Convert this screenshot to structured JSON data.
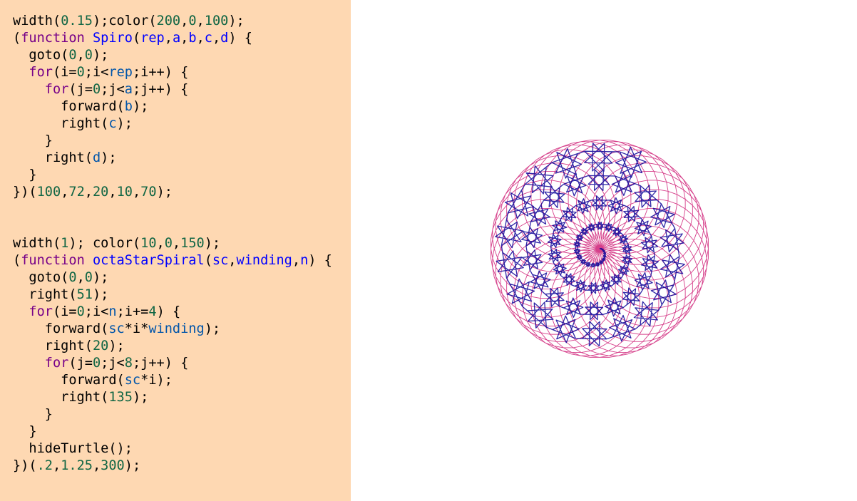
{
  "code_editor": {
    "lines": [
      [
        {
          "t": "width",
          "c": "plain"
        },
        {
          "t": "(",
          "c": "plain"
        },
        {
          "t": "0.15",
          "c": "num"
        },
        {
          "t": ");",
          "c": "plain"
        },
        {
          "t": "color",
          "c": "plain"
        },
        {
          "t": "(",
          "c": "plain"
        },
        {
          "t": "200",
          "c": "num"
        },
        {
          "t": ",",
          "c": "plain"
        },
        {
          "t": "0",
          "c": "num"
        },
        {
          "t": ",",
          "c": "plain"
        },
        {
          "t": "100",
          "c": "num"
        },
        {
          "t": ");",
          "c": "plain"
        }
      ],
      [
        {
          "t": "(",
          "c": "plain"
        },
        {
          "t": "function",
          "c": "kw"
        },
        {
          "t": " ",
          "c": "plain"
        },
        {
          "t": "Spiro",
          "c": "def"
        },
        {
          "t": "(",
          "c": "plain"
        },
        {
          "t": "rep",
          "c": "def"
        },
        {
          "t": ",",
          "c": "plain"
        },
        {
          "t": "a",
          "c": "def"
        },
        {
          "t": ",",
          "c": "plain"
        },
        {
          "t": "b",
          "c": "def"
        },
        {
          "t": ",",
          "c": "plain"
        },
        {
          "t": "c",
          "c": "def"
        },
        {
          "t": ",",
          "c": "plain"
        },
        {
          "t": "d",
          "c": "def"
        },
        {
          "t": ") {",
          "c": "plain"
        }
      ],
      [
        {
          "t": "  goto(",
          "c": "plain"
        },
        {
          "t": "0",
          "c": "num"
        },
        {
          "t": ",",
          "c": "plain"
        },
        {
          "t": "0",
          "c": "num"
        },
        {
          "t": ");",
          "c": "plain"
        }
      ],
      [
        {
          "t": "  ",
          "c": "plain"
        },
        {
          "t": "for",
          "c": "kw"
        },
        {
          "t": "(i=",
          "c": "plain"
        },
        {
          "t": "0",
          "c": "num"
        },
        {
          "t": ";i<",
          "c": "plain"
        },
        {
          "t": "rep",
          "c": "var"
        },
        {
          "t": ";i++) {",
          "c": "plain"
        }
      ],
      [
        {
          "t": "    ",
          "c": "plain"
        },
        {
          "t": "for",
          "c": "kw"
        },
        {
          "t": "(j=",
          "c": "plain"
        },
        {
          "t": "0",
          "c": "num"
        },
        {
          "t": ";j<",
          "c": "plain"
        },
        {
          "t": "a",
          "c": "var"
        },
        {
          "t": ";j++) {",
          "c": "plain"
        }
      ],
      [
        {
          "t": "      forward(",
          "c": "plain"
        },
        {
          "t": "b",
          "c": "var"
        },
        {
          "t": ");",
          "c": "plain"
        }
      ],
      [
        {
          "t": "      right(",
          "c": "plain"
        },
        {
          "t": "c",
          "c": "var"
        },
        {
          "t": ");",
          "c": "plain"
        }
      ],
      [
        {
          "t": "    }",
          "c": "plain"
        }
      ],
      [
        {
          "t": "    right(",
          "c": "plain"
        },
        {
          "t": "d",
          "c": "var"
        },
        {
          "t": ");",
          "c": "plain"
        }
      ],
      [
        {
          "t": "  }",
          "c": "plain"
        }
      ],
      [
        {
          "t": "})(",
          "c": "plain"
        },
        {
          "t": "100",
          "c": "num"
        },
        {
          "t": ",",
          "c": "plain"
        },
        {
          "t": "72",
          "c": "num"
        },
        {
          "t": ",",
          "c": "plain"
        },
        {
          "t": "20",
          "c": "num"
        },
        {
          "t": ",",
          "c": "plain"
        },
        {
          "t": "10",
          "c": "num"
        },
        {
          "t": ",",
          "c": "plain"
        },
        {
          "t": "70",
          "c": "num"
        },
        {
          "t": ");",
          "c": "plain"
        }
      ],
      [],
      [],
      [
        {
          "t": "width(",
          "c": "plain"
        },
        {
          "t": "1",
          "c": "num"
        },
        {
          "t": "); color(",
          "c": "plain"
        },
        {
          "t": "10",
          "c": "num"
        },
        {
          "t": ",",
          "c": "plain"
        },
        {
          "t": "0",
          "c": "num"
        },
        {
          "t": ",",
          "c": "plain"
        },
        {
          "t": "150",
          "c": "num"
        },
        {
          "t": ");",
          "c": "plain"
        }
      ],
      [
        {
          "t": "(",
          "c": "plain"
        },
        {
          "t": "function",
          "c": "kw"
        },
        {
          "t": " ",
          "c": "plain"
        },
        {
          "t": "octaStarSpiral",
          "c": "def"
        },
        {
          "t": "(",
          "c": "plain"
        },
        {
          "t": "sc",
          "c": "def"
        },
        {
          "t": ",",
          "c": "plain"
        },
        {
          "t": "winding",
          "c": "def"
        },
        {
          "t": ",",
          "c": "plain"
        },
        {
          "t": "n",
          "c": "def"
        },
        {
          "t": ") {",
          "c": "plain"
        }
      ],
      [
        {
          "t": "  goto(",
          "c": "plain"
        },
        {
          "t": "0",
          "c": "num"
        },
        {
          "t": ",",
          "c": "plain"
        },
        {
          "t": "0",
          "c": "num"
        },
        {
          "t": ");",
          "c": "plain"
        }
      ],
      [
        {
          "t": "  right(",
          "c": "plain"
        },
        {
          "t": "51",
          "c": "num"
        },
        {
          "t": ");",
          "c": "plain"
        }
      ],
      [
        {
          "t": "  ",
          "c": "plain"
        },
        {
          "t": "for",
          "c": "kw"
        },
        {
          "t": "(i=",
          "c": "plain"
        },
        {
          "t": "0",
          "c": "num"
        },
        {
          "t": ";i<",
          "c": "plain"
        },
        {
          "t": "n",
          "c": "var"
        },
        {
          "t": ";i+=",
          "c": "plain"
        },
        {
          "t": "4",
          "c": "num"
        },
        {
          "t": ") {",
          "c": "plain"
        }
      ],
      [
        {
          "t": "    forward(",
          "c": "plain"
        },
        {
          "t": "sc",
          "c": "var"
        },
        {
          "t": "*i*",
          "c": "plain"
        },
        {
          "t": "winding",
          "c": "var"
        },
        {
          "t": ");",
          "c": "plain"
        }
      ],
      [
        {
          "t": "    right(",
          "c": "plain"
        },
        {
          "t": "20",
          "c": "num"
        },
        {
          "t": ");",
          "c": "plain"
        }
      ],
      [
        {
          "t": "    ",
          "c": "plain"
        },
        {
          "t": "for",
          "c": "kw"
        },
        {
          "t": "(j=",
          "c": "plain"
        },
        {
          "t": "0",
          "c": "num"
        },
        {
          "t": ";j<",
          "c": "plain"
        },
        {
          "t": "8",
          "c": "num"
        },
        {
          "t": ";j++) {",
          "c": "plain"
        }
      ],
      [
        {
          "t": "      forward(",
          "c": "plain"
        },
        {
          "t": "sc",
          "c": "var"
        },
        {
          "t": "*i);",
          "c": "plain"
        }
      ],
      [
        {
          "t": "      right(",
          "c": "plain"
        },
        {
          "t": "135",
          "c": "num"
        },
        {
          "t": ");",
          "c": "plain"
        }
      ],
      [
        {
          "t": "    }",
          "c": "plain"
        }
      ],
      [
        {
          "t": "  }",
          "c": "plain"
        }
      ],
      [
        {
          "t": "  hideTurtle();",
          "c": "plain"
        }
      ],
      [
        {
          "t": "})(",
          "c": "plain"
        },
        {
          "t": ".2",
          "c": "num"
        },
        {
          "t": ",",
          "c": "plain"
        },
        {
          "t": "1.25",
          "c": "num"
        },
        {
          "t": ",",
          "c": "plain"
        },
        {
          "t": "300",
          "c": "num"
        },
        {
          "t": ");",
          "c": "plain"
        }
      ]
    ]
  },
  "turtle_canvas": {
    "spiro": {
      "color": "#c80064",
      "rep": 100,
      "a": 72,
      "b": 20,
      "c": 10,
      "d": 70
    },
    "octa_star_spiral": {
      "color": "#0a0096",
      "sc": 0.2,
      "winding": 1.25,
      "n": 300
    },
    "turtle_hidden": true
  }
}
